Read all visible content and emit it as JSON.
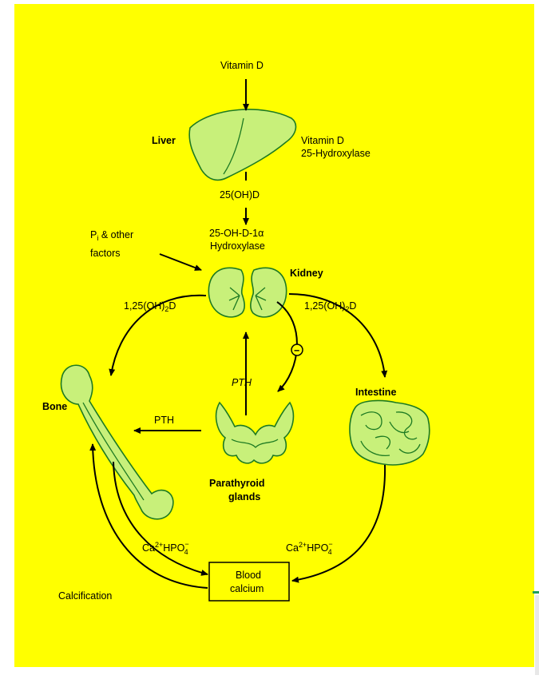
{
  "diagram": {
    "vitamin_d_top": "Vitamin D",
    "liver": "Liver",
    "enzyme_liver_1": "Vitamin D",
    "enzyme_liver_2": "25-Hydroxylase",
    "metabolite_25ohd": "25(OH)D",
    "pi_line1": "P",
    "pi_sub": "i",
    "pi_rest": " & other",
    "pi_line2": "factors",
    "enzyme_kidney_1": "25-OH-D-1α",
    "enzyme_kidney_2": "Hydroxylase",
    "kidney": "Kidney",
    "calcitriol_left_a": "1,25(OH)",
    "calcitriol_left_sub": "2",
    "calcitriol_left_b": "D",
    "calcitriol_right_a": "1,25(OH)",
    "calcitriol_right_sub": "2",
    "calcitriol_right_b": "D",
    "inhibit_symbol": "−",
    "pth_center": "PTH",
    "pth_left": "PTH",
    "bone": "Bone",
    "intestine": "Intestine",
    "parathyroid_1": "Parathyroid",
    "parathyroid_2": "glands",
    "ion_left_a": "Ca",
    "ion_left_sup": "2+",
    "ion_left_b": "HPO",
    "ion_left_sub": "4",
    "ion_left_sup2": "−",
    "ion_right_a": "Ca",
    "ion_right_sup": "2+",
    "ion_right_b": "HPO",
    "ion_right_sub": "4",
    "ion_right_sup2": "−",
    "blood_1": "Blood",
    "blood_2": "calcium",
    "calcification": "Calcification"
  },
  "colors": {
    "background": "#ffff00",
    "organ_fill": "#c8f07a",
    "organ_stroke": "#1d7a22"
  }
}
